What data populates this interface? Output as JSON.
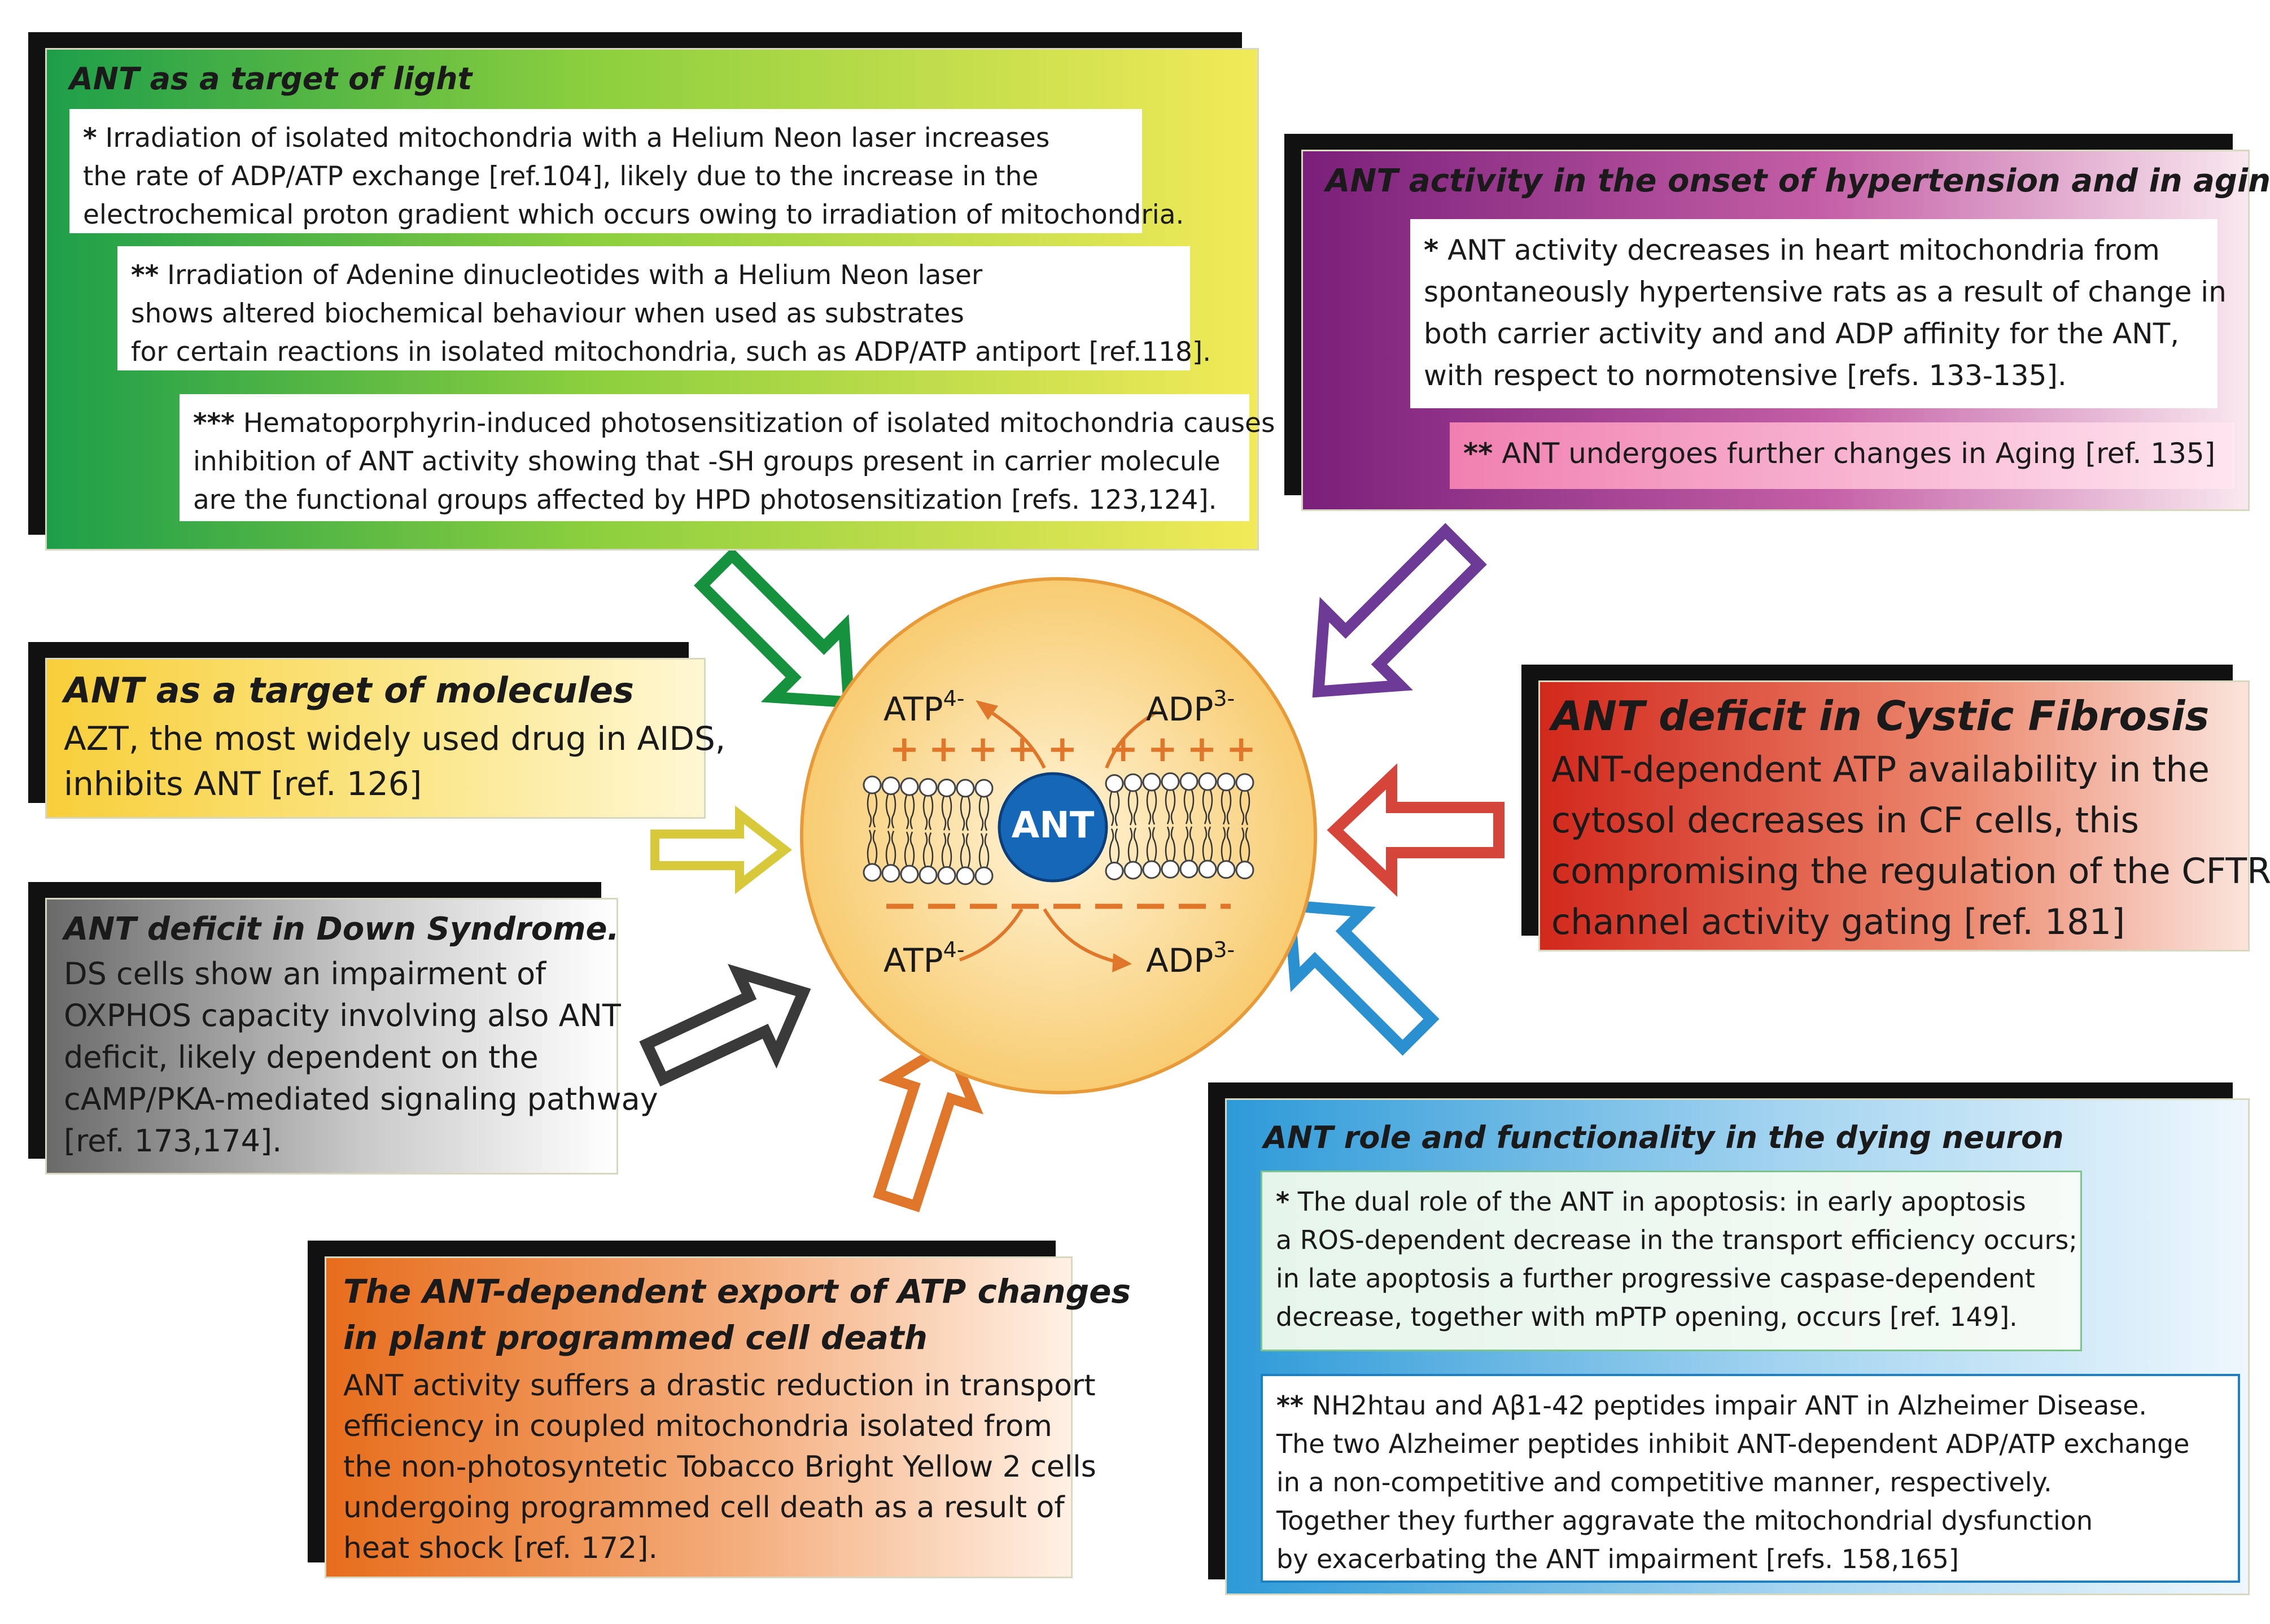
{
  "panels": {
    "light": {
      "title": "ANT as a target of light",
      "items": [
        {
          "stars": "*",
          "lines": [
            "Irradiation of isolated mitochondria with a Helium Neon laser increases",
            "the rate of ADP/ATP exchange [ref.104], likely due to the increase in the",
            "electrochemical proton gradient which occurs owing to irradiation of mitochondria."
          ]
        },
        {
          "stars": "**",
          "lines": [
            "Irradiation of Adenine dinucleotides with a Helium Neon laser",
            "shows altered biochemical behaviour when used as substrates",
            "for certain reactions in isolated mitochondria, such as ADP/ATP antiport [ref.118]."
          ]
        },
        {
          "stars": "***",
          "lines": [
            "Hematoporphyrin-induced photosensitization of isolated mitochondria causes",
            "inhibition of ANT activity showing that -SH groups present in carrier molecule",
            "are the functional groups affected by HPD photosensitization [refs. 123,124]."
          ]
        }
      ]
    },
    "hypertension": {
      "title": "ANT activity in the onset of hypertension and in aging",
      "items": [
        {
          "stars": "*",
          "lines": [
            "ANT activity decreases in heart mitochondria from",
            "spontaneously hypertensive rats as a result of change in",
            "both carrier activity and and ADP affinity for the ANT,",
            "with respect to normotensive [refs. 133-135]."
          ]
        },
        {
          "stars": "**",
          "lines": [
            "ANT undergoes further changes in Aging [ref. 135]"
          ]
        }
      ]
    },
    "molecules": {
      "title": "ANT as a target of molecules",
      "lines": [
        "AZT, the most widely used drug in AIDS,",
        "inhibits ANT [ref. 126]"
      ]
    },
    "cystic": {
      "title": "ANT deficit in Cystic Fibrosis",
      "lines": [
        "ANT-dependent ATP availability in the",
        "cytosol decreases in CF cells, this",
        "compromising the regulation of the CFTR",
        "channel activity gating [ref. 181]"
      ]
    },
    "down": {
      "title": "ANT deficit in Down Syndrome.",
      "lines": [
        "DS cells show an impairment of",
        "OXPHOS capacity involving also ANT",
        "deficit, likely dependent on the",
        "cAMP/PKA-mediated signaling pathway",
        "[ref. 173,174]."
      ]
    },
    "plant": {
      "title_lines": [
        "The ANT-dependent export of ATP changes",
        "in plant programmed cell death"
      ],
      "lines": [
        "ANT activity suffers a drastic reduction in transport",
        "efficiency in coupled mitochondria isolated from",
        "the non-photosyntetic Tobacco Bright Yellow 2 cells",
        "undergoing programmed cell death as a result of",
        "heat shock [ref. 172]."
      ]
    },
    "neuron": {
      "title": "ANT role and functionality in the dying neuron",
      "items": [
        {
          "stars": "*",
          "lines": [
            "The dual role of the ANT in apoptosis: in early apoptosis",
            "a ROS-dependent decrease in the transport efficiency occurs;",
            "in late apoptosis a further progressive caspase-dependent",
            "decrease, together with mPTP opening, occurs [ref. 149]."
          ]
        },
        {
          "stars": "**",
          "lines": [
            "NH2htau and Aβ1-42 peptides impair ANT in Alzheimer Disease.",
            "The two Alzheimer peptides inhibit ANT-dependent ADP/ATP exchange",
            "in a non-competitive and competitive manner, respectively.",
            "Together they further aggravate the mitochondrial dysfunction",
            "by exacerbating the ANT impairment [refs. 158,165]"
          ]
        }
      ]
    }
  },
  "center": {
    "ant_label": "ANT",
    "top_left": {
      "base": "ATP",
      "sup": "4-"
    },
    "top_right": {
      "base": "ADP",
      "sup": "3-"
    },
    "bottom_left": {
      "base": "ATP",
      "sup": "4-"
    },
    "bottom_right": {
      "base": "ADP",
      "sup": "3-"
    },
    "plus_left": "++++",
    "plus_right": "+ ++++"
  },
  "colors": {
    "green": "#1e9e4a",
    "yellow": "#f2ea58",
    "purple": "#7a1f7a",
    "pink": "#f3b8d0",
    "red": "#d2281c",
    "orange": "#e76d1c",
    "blue": "#2d9ad8",
    "grey": "#5a5a5a",
    "cell": "#fbd98a",
    "ant": "#1567b8",
    "arrow_green": "#16913e",
    "arrow_purple": "#6d3a96",
    "arrow_red": "#d6453a",
    "arrow_yellow": "#d8c93a",
    "arrow_grey": "#3a3a3a",
    "arrow_orange": "#e0762a",
    "arrow_blue": "#2a90d0"
  }
}
